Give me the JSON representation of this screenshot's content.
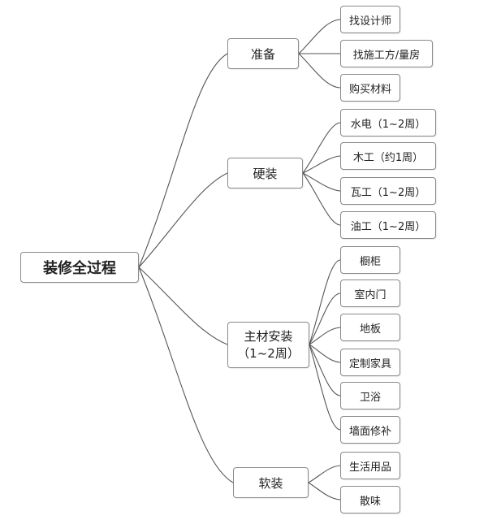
{
  "root": {
    "label": "装修全过程"
  },
  "branches": [
    {
      "label": "准备",
      "children": [
        "找设计师",
        "找施工方/量房",
        "购买材料"
      ]
    },
    {
      "label": "硬装",
      "children": [
        "水电（1~2周）",
        "木工（约1周）",
        "瓦工（1~2周）",
        "油工（1~2周）"
      ]
    },
    {
      "label": "主材安装",
      "sublabel": "（1~2周）",
      "children": [
        "橱柜",
        "室内门",
        "地板",
        "定制家具",
        "卫浴",
        "墙面修补"
      ]
    },
    {
      "label": "软装",
      "children": [
        "生活用品",
        "散味"
      ]
    }
  ]
}
